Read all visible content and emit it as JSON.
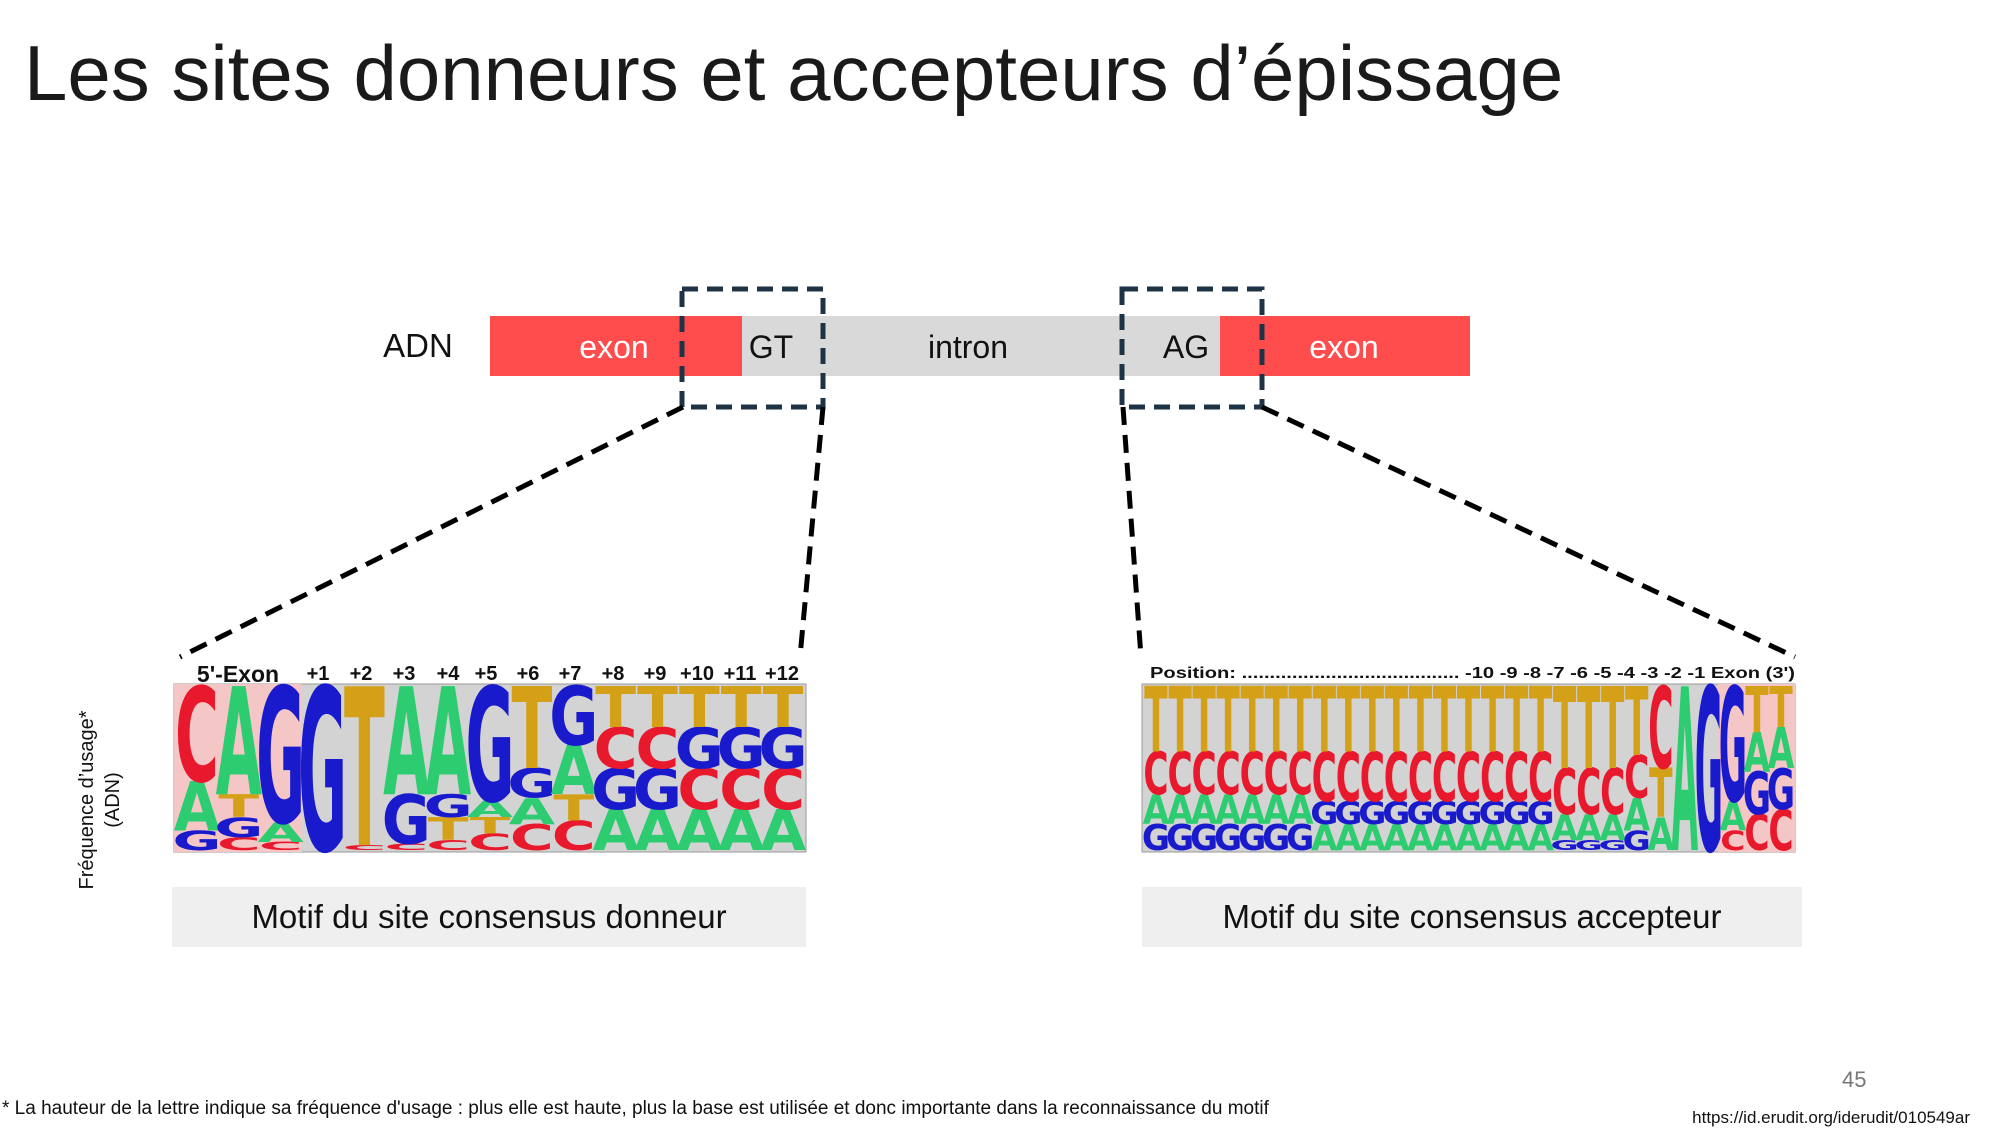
{
  "title": "Les sites donneurs et accepteurs d’épissage",
  "gene": {
    "label": "ADN",
    "exon_left": "exon",
    "donor_site": "GT",
    "intron": "intron",
    "acceptor_site": "AG",
    "exon_right": "exon"
  },
  "donor_logo": {
    "header_exon": "5'-Exon",
    "positions": [
      "+1",
      "+2",
      "+3",
      "+4",
      "+5",
      "+6",
      "+7",
      "+8",
      "+9",
      "+10",
      "+11",
      "+12"
    ],
    "caption": "Motif du site consensus donneur",
    "y_label_line1": "Fréquence d’usage*",
    "y_label_line2": "(ADN)"
  },
  "acceptor_logo": {
    "header": "Position: ....................................... -10 -9 -8  -7  -6 -5 -4  -3 -2  -1   Exon (3')",
    "caption": "Motif du site consensus accepteur"
  },
  "footnote": "* La hauteur de la lettre indique sa fréquence d'usage : plus elle est haute, plus la base est utilisée et donc importante dans la reconnaissance du motif",
  "source": "https://id.erudit.org/iderudit/010549ar",
  "page_number": "45",
  "colors": {
    "exon": "#ff4d4d",
    "intron": "#d9d9d9",
    "dashed_box": "#1f3347",
    "logo_bg": "#d3d3d3",
    "logo_exon_bg": "#f4c6c6",
    "caption_bg": "#efefef",
    "base_A": "#2ecc71",
    "base_C": "#e8192c",
    "base_G": "#1a1acd",
    "base_T": "#d4a017"
  },
  "donor_columns": [
    [
      [
        "G",
        0.12
      ],
      [
        "A",
        0.3
      ],
      [
        "C",
        0.58
      ]
    ],
    [
      [
        "C",
        0.08
      ],
      [
        "G",
        0.12
      ],
      [
        "T",
        0.14
      ],
      [
        "A",
        0.66
      ]
    ],
    [
      [
        "C",
        0.05
      ],
      [
        "A",
        0.12
      ],
      [
        "G",
        0.83
      ]
    ],
    [
      [
        "G",
        1.0
      ]
    ],
    [
      [
        "C",
        0.03
      ],
      [
        "T",
        0.97
      ]
    ],
    [
      [
        "C",
        0.04
      ],
      [
        "G",
        0.3
      ],
      [
        "A",
        0.66
      ]
    ],
    [
      [
        "C",
        0.06
      ],
      [
        "T",
        0.14
      ],
      [
        "G",
        0.14
      ],
      [
        "A",
        0.66
      ]
    ],
    [
      [
        "C",
        0.1
      ],
      [
        "T",
        0.1
      ],
      [
        "A",
        0.1
      ],
      [
        "G",
        0.7
      ]
    ],
    [
      [
        "C",
        0.16
      ],
      [
        "A",
        0.16
      ],
      [
        "G",
        0.18
      ],
      [
        "T",
        0.5
      ]
    ],
    [
      [
        "C",
        0.18
      ],
      [
        "T",
        0.16
      ],
      [
        "A",
        0.3
      ],
      [
        "G",
        0.36
      ]
    ],
    [
      [
        "A",
        0.25
      ],
      [
        "G",
        0.25
      ],
      [
        "C",
        0.25
      ],
      [
        "T",
        0.25
      ]
    ],
    [
      [
        "A",
        0.25
      ],
      [
        "G",
        0.25
      ],
      [
        "C",
        0.25
      ],
      [
        "T",
        0.25
      ]
    ],
    [
      [
        "A",
        0.25
      ],
      [
        "C",
        0.25
      ],
      [
        "G",
        0.25
      ],
      [
        "T",
        0.25
      ]
    ],
    [
      [
        "A",
        0.25
      ],
      [
        "C",
        0.25
      ],
      [
        "G",
        0.25
      ],
      [
        "T",
        0.25
      ]
    ],
    [
      [
        "A",
        0.25
      ],
      [
        "C",
        0.25
      ],
      [
        "G",
        0.25
      ],
      [
        "T",
        0.25
      ]
    ]
  ],
  "acceptor_columns": [
    [
      [
        "G",
        0.16
      ],
      [
        "A",
        0.18
      ],
      [
        "C",
        0.26
      ],
      [
        "T",
        0.4
      ]
    ],
    [
      [
        "G",
        0.16
      ],
      [
        "A",
        0.18
      ],
      [
        "C",
        0.26
      ],
      [
        "T",
        0.4
      ]
    ],
    [
      [
        "G",
        0.16
      ],
      [
        "A",
        0.18
      ],
      [
        "C",
        0.26
      ],
      [
        "T",
        0.4
      ]
    ],
    [
      [
        "G",
        0.16
      ],
      [
        "A",
        0.18
      ],
      [
        "C",
        0.26
      ],
      [
        "T",
        0.4
      ]
    ],
    [
      [
        "G",
        0.16
      ],
      [
        "A",
        0.18
      ],
      [
        "C",
        0.26
      ],
      [
        "T",
        0.4
      ]
    ],
    [
      [
        "G",
        0.16
      ],
      [
        "A",
        0.18
      ],
      [
        "C",
        0.26
      ],
      [
        "T",
        0.4
      ]
    ],
    [
      [
        "G",
        0.16
      ],
      [
        "A",
        0.18
      ],
      [
        "C",
        0.26
      ],
      [
        "T",
        0.4
      ]
    ],
    [
      [
        "A",
        0.16
      ],
      [
        "G",
        0.14
      ],
      [
        "C",
        0.3
      ],
      [
        "T",
        0.4
      ]
    ],
    [
      [
        "A",
        0.16
      ],
      [
        "G",
        0.14
      ],
      [
        "C",
        0.3
      ],
      [
        "T",
        0.4
      ]
    ],
    [
      [
        "A",
        0.16
      ],
      [
        "G",
        0.14
      ],
      [
        "C",
        0.3
      ],
      [
        "T",
        0.4
      ]
    ],
    [
      [
        "A",
        0.16
      ],
      [
        "G",
        0.14
      ],
      [
        "C",
        0.3
      ],
      [
        "T",
        0.4
      ]
    ],
    [
      [
        "A",
        0.16
      ],
      [
        "G",
        0.14
      ],
      [
        "C",
        0.3
      ],
      [
        "T",
        0.4
      ]
    ],
    [
      [
        "A",
        0.16
      ],
      [
        "G",
        0.14
      ],
      [
        "C",
        0.3
      ],
      [
        "T",
        0.4
      ]
    ],
    [
      [
        "A",
        0.16
      ],
      [
        "G",
        0.14
      ],
      [
        "C",
        0.3
      ],
      [
        "T",
        0.4
      ]
    ],
    [
      [
        "A",
        0.16
      ],
      [
        "G",
        0.14
      ],
      [
        "C",
        0.3
      ],
      [
        "T",
        0.4
      ]
    ],
    [
      [
        "A",
        0.16
      ],
      [
        "G",
        0.14
      ],
      [
        "C",
        0.3
      ],
      [
        "T",
        0.4
      ]
    ],
    [
      [
        "A",
        0.16
      ],
      [
        "G",
        0.14
      ],
      [
        "C",
        0.3
      ],
      [
        "T",
        0.4
      ]
    ],
    [
      [
        "G",
        0.06
      ],
      [
        "A",
        0.16
      ],
      [
        "C",
        0.28
      ],
      [
        "T",
        0.5
      ]
    ],
    [
      [
        "G",
        0.06
      ],
      [
        "A",
        0.16
      ],
      [
        "C",
        0.28
      ],
      [
        "T",
        0.5
      ]
    ],
    [
      [
        "G",
        0.06
      ],
      [
        "A",
        0.16
      ],
      [
        "C",
        0.28
      ],
      [
        "T",
        0.5
      ]
    ],
    [
      [
        "G",
        0.12
      ],
      [
        "A",
        0.2
      ],
      [
        "C",
        0.26
      ],
      [
        "T",
        0.42
      ]
    ],
    [
      [
        "A",
        0.2
      ],
      [
        "T",
        0.3
      ],
      [
        "C",
        0.5
      ]
    ],
    [
      [
        "A",
        1.0
      ]
    ],
    [
      [
        "G",
        1.0
      ]
    ],
    [
      [
        "C",
        0.12
      ],
      [
        "A",
        0.18
      ],
      [
        "G",
        0.7
      ]
    ],
    [
      [
        "C",
        0.22
      ],
      [
        "G",
        0.26
      ],
      [
        "A",
        0.24
      ],
      [
        "T",
        0.28
      ]
    ],
    [
      [
        "C",
        0.25
      ],
      [
        "G",
        0.25
      ],
      [
        "A",
        0.25
      ],
      [
        "T",
        0.25
      ]
    ]
  ]
}
